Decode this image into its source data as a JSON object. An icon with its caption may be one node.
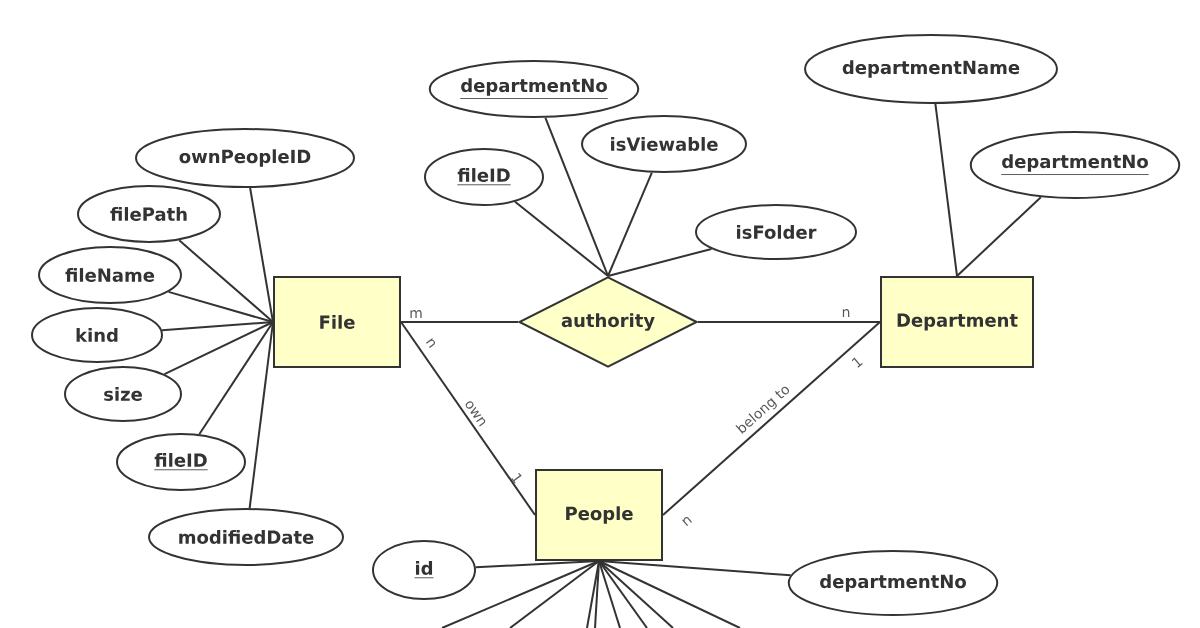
{
  "diagram": {
    "nodes": [
      {
        "text": [
          "File"
        ]
      },
      {
        "text": [
          "authority"
        ]
      },
      {
        "text": [
          "Department"
        ]
      },
      {
        "text": [
          "People"
        ]
      },
      {
        "text": [
          "ownPeopleID"
        ]
      },
      {
        "text": [
          "filePath"
        ]
      },
      {
        "text": [
          "fileName"
        ]
      },
      {
        "text": [
          "kind"
        ]
      },
      {
        "text": [
          "size"
        ]
      },
      {
        "text": [
          "fileID"
        ]
      },
      {
        "text": [
          "modifiedDate"
        ]
      },
      {
        "text": [
          "departmentNo"
        ]
      },
      {
        "text": [
          "fileID"
        ]
      },
      {
        "text": [
          "isViewable"
        ]
      },
      {
        "text": [
          "isFolder"
        ]
      },
      {
        "text": [
          "departmentName"
        ]
      },
      {
        "text": [
          "departmentNo"
        ]
      },
      {
        "text": [
          "id"
        ]
      },
      {
        "text": [
          "departmentNo"
        ]
      }
    ],
    "edges": [
      {
        "from": 0,
        "to": 1,
        "arrow": "none"
      },
      {
        "from": 1,
        "to": 2,
        "arrow": "none"
      },
      {
        "from": 0,
        "to": 3,
        "arrow": "none",
        "label": "own"
      },
      {
        "from": 3,
        "to": 2,
        "arrow": "none",
        "label": "belong to"
      },
      {
        "from": 0,
        "to": 4,
        "arrow": "none"
      },
      {
        "from": 0,
        "to": 5,
        "arrow": "none"
      },
      {
        "from": 0,
        "to": 6,
        "arrow": "none"
      },
      {
        "from": 0,
        "to": 7,
        "arrow": "none"
      },
      {
        "from": 0,
        "to": 8,
        "arrow": "none"
      },
      {
        "from": 0,
        "to": 9,
        "arrow": "none"
      },
      {
        "from": 0,
        "to": 10,
        "arrow": "none"
      },
      {
        "from": 1,
        "to": 11,
        "arrow": "none"
      },
      {
        "from": 1,
        "to": 12,
        "arrow": "none"
      },
      {
        "from": 1,
        "to": 13,
        "arrow": "none"
      },
      {
        "from": 1,
        "to": 14,
        "arrow": "none"
      },
      {
        "from": 2,
        "to": 15,
        "arrow": "none"
      },
      {
        "from": 2,
        "to": 16,
        "arrow": "none"
      },
      {
        "from": 3,
        "to": 17,
        "arrow": "none"
      },
      {
        "from": 3,
        "to": 18,
        "arrow": "none"
      },
      {
        "from": 3,
        "to": null,
        "arrow": "none"
      },
      {
        "from": 3,
        "to": null,
        "arrow": "none"
      },
      {
        "from": 3,
        "to": null,
        "arrow": "none"
      },
      {
        "from": 3,
        "to": null,
        "arrow": "none"
      },
      {
        "from": 3,
        "to": null,
        "arrow": "none"
      },
      {
        "from": 3,
        "to": null,
        "arrow": "none"
      },
      {
        "from": 3,
        "to": null,
        "arrow": "none"
      },
      {
        "from": 3,
        "to": null,
        "arrow": "none"
      }
    ],
    "labels": [
      "n",
      "m",
      "n",
      "1",
      "1",
      "n"
    ]
  }
}
